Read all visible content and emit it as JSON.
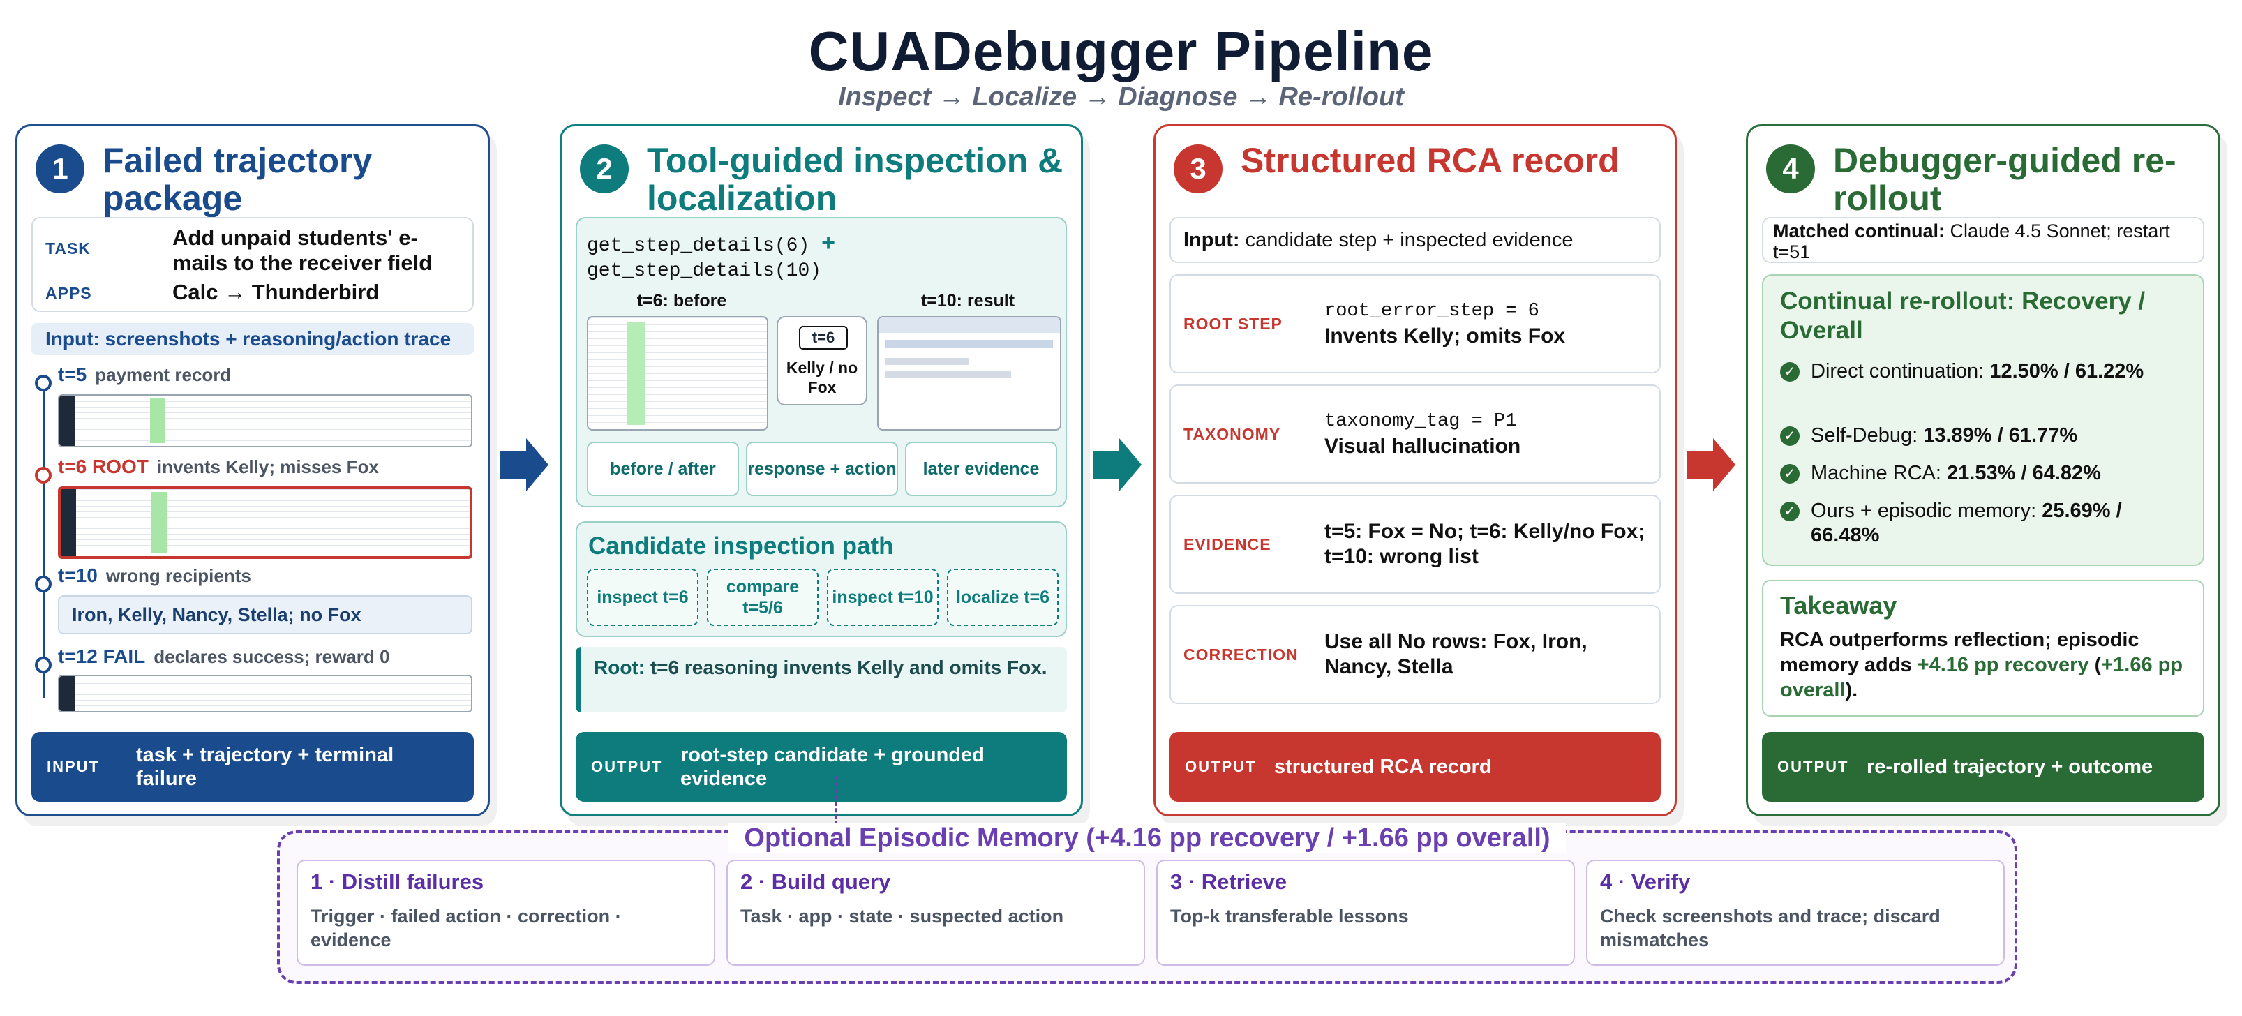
{
  "title": "CUADebugger Pipeline",
  "subtitle": "Inspect → Localize → Diagnose → Re-rollout",
  "colors": {
    "blue": "#1a4b8c",
    "teal": "#0e7c7d",
    "red": "#c7372f",
    "green": "#2a6b35",
    "purple": "#6a3fb1"
  },
  "panel1": {
    "num": "1",
    "title": "Failed trajectory package",
    "task_key": "TASK",
    "task_val": "Add unpaid students' e-mails to the receiver field",
    "apps_key": "APPS",
    "apps_val": "Calc → Thunderbird",
    "input_line": "Input: screenshots + reasoning/action trace",
    "timeline": [
      {
        "t": "t=5",
        "desc": "payment record"
      },
      {
        "t": "t=6 ROOT",
        "desc": "invents Kelly; misses Fox"
      },
      {
        "t": "t=10",
        "desc": "wrong recipients"
      },
      {
        "t": "t=12 FAIL",
        "desc": "declares success; reward 0"
      }
    ],
    "recipients": "Iron, Kelly, Nancy, Stella; no Fox",
    "out_label": "INPUT",
    "out_text": "task + trajectory + terminal failure"
  },
  "panel2": {
    "num": "2",
    "title": "Tool-guided inspection & localization",
    "code1": "get_step_details(6)",
    "plus": "+",
    "code2": "get_step_details(10)",
    "cap_before": "t=6: before",
    "cap_result": "t=10: result",
    "mid_tag": "t=6",
    "mid_text": "Kelly / no Fox",
    "chips": [
      "before / after",
      "response + action",
      "later evidence"
    ],
    "path_title": "Candidate inspection path",
    "path_steps": [
      "inspect t=6",
      "compare t=5/6",
      "inspect t=10",
      "localize t=6"
    ],
    "root_label": "Root:",
    "root_text": "t=6 reasoning invents Kelly and omits Fox.",
    "out_label": "OUTPUT",
    "out_text": "root-step candidate + grounded evidence"
  },
  "panel3": {
    "num": "3",
    "title": "Structured RCA record",
    "input_label": "Input:",
    "input_text": "candidate step + inspected evidence",
    "rows": [
      {
        "key": "ROOT STEP",
        "code": "root_error_step = 6",
        "text": "Invents Kelly; omits Fox"
      },
      {
        "key": "TAXONOMY",
        "code": "taxonomy_tag = P1",
        "text": "Visual hallucination"
      },
      {
        "key": "EVIDENCE",
        "code": "",
        "text": "t=5: Fox = No; t=6: Kelly/no Fox; t=10: wrong list"
      },
      {
        "key": "CORRECTION",
        "code": "",
        "text": "Use all No rows: Fox, Iron, Nancy, Stella"
      }
    ],
    "out_label": "OUTPUT",
    "out_text": "structured RCA record"
  },
  "panel4": {
    "num": "4",
    "title": "Debugger-guided re-rollout",
    "matched_label": "Matched continual:",
    "matched_text": "Claude 4.5 Sonnet; restart t=51",
    "recovery_title": "Continual re-rollout: Recovery / Overall",
    "results": [
      {
        "name": "Direct continuation:",
        "value": "12.50% / 61.22%"
      },
      {
        "name": "Self-Debug:",
        "value": "13.89% / 61.77%"
      },
      {
        "name": "Machine RCA:",
        "value": "21.53% / 64.82%"
      },
      {
        "name": "Ours + episodic memory:",
        "value": "25.69% / 66.48%"
      }
    ],
    "takeaway_title": "Takeaway",
    "takeaway_a": "RCA outperforms reflection; episodic memory adds",
    "takeaway_b": "+4.16 pp recovery",
    "takeaway_c": "(",
    "takeaway_d": "+1.66 pp overall",
    "takeaway_e": ").",
    "out_label": "OUTPUT",
    "out_text": "re-rolled trajectory + outcome"
  },
  "memory": {
    "title": "Optional Episodic Memory (+4.16 pp recovery / +1.66 pp overall)",
    "cards": [
      {
        "head": "1 · Distill failures",
        "body": "Trigger · failed action · correction · evidence"
      },
      {
        "head": "2 · Build query",
        "body": "Task · app · state · suspected action"
      },
      {
        "head": "3 · Retrieve",
        "body": "Top-k transferable lessons"
      },
      {
        "head": "4 · Verify",
        "body": "Check screenshots and trace; discard mismatches"
      }
    ]
  }
}
